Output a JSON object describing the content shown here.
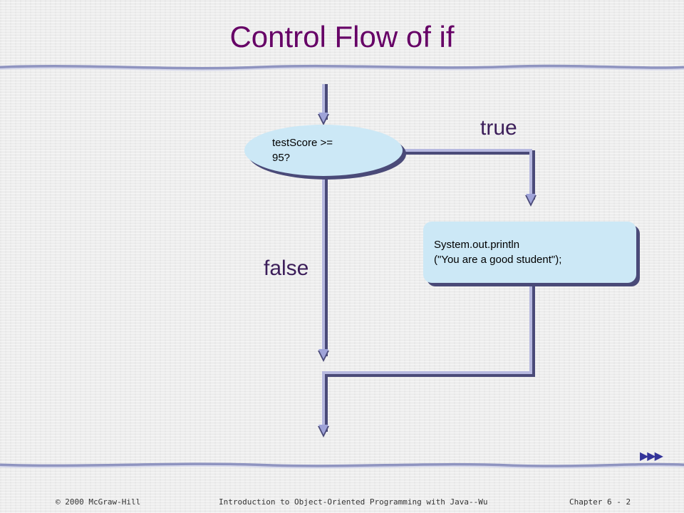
{
  "slide": {
    "title": "Control Flow of if"
  },
  "diagram": {
    "condition_text": "testScore >=\n95?",
    "statement_text": "System.out.println\n(\"You are a good student\");",
    "true_label": "true",
    "false_label": "false"
  },
  "navigation": {
    "arrows": "▶▶▶"
  },
  "footer": {
    "left": "© 2000 McGraw-Hill",
    "center": "Introduction to Object-Oriented Programming with Java--Wu",
    "right": "Chapter 6 - 2"
  },
  "colors": {
    "title": "#660066",
    "label": "#3c1e5a",
    "node_fill": "#cce8f6",
    "shadow": "#4a4a78",
    "flowline": "#9999cc",
    "rule": "#8f94c0"
  }
}
